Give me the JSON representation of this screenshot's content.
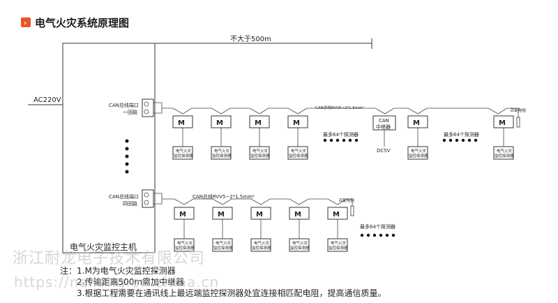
{
  "title": "电气火灾系统原理图",
  "title_icon": "chevron-right-icon",
  "accent_color": "#e8562a",
  "distance_label": "不大于500m",
  "power_label": "AC220V",
  "host_label": "电气火灾监控主机",
  "port1": {
    "line1": "CAN总线端口",
    "line2": "一回路"
  },
  "port4": {
    "line1": "CAN总线端口",
    "line2": "四回路"
  },
  "bus1_label": "CAN总线RVV5~2*1.5mm²",
  "bus4_label": "CAN总线RVV5~2*1.5mm²",
  "repeater": {
    "line1": "CAN",
    "line2": "中继器",
    "power": "DC5V"
  },
  "matching_resistor": "匹配电阻",
  "max_detectors": "最多64个探测器",
  "module_symbol": "M",
  "detector_label": {
    "line1": "电气火灾",
    "line2": "监控探测器"
  },
  "notes": [
    "注：1.M为电气火灾监控探测器",
    "2.传输距离500m需加中继器",
    "3.根据工程需要在通讯线上最远端监控探测器处宜连接相匹配电阻，提高通信质量。"
  ],
  "watermark_1": "浙江耐龙电子技术有限公司",
  "watermark_2": "https://nailong.en.china.cn"
}
